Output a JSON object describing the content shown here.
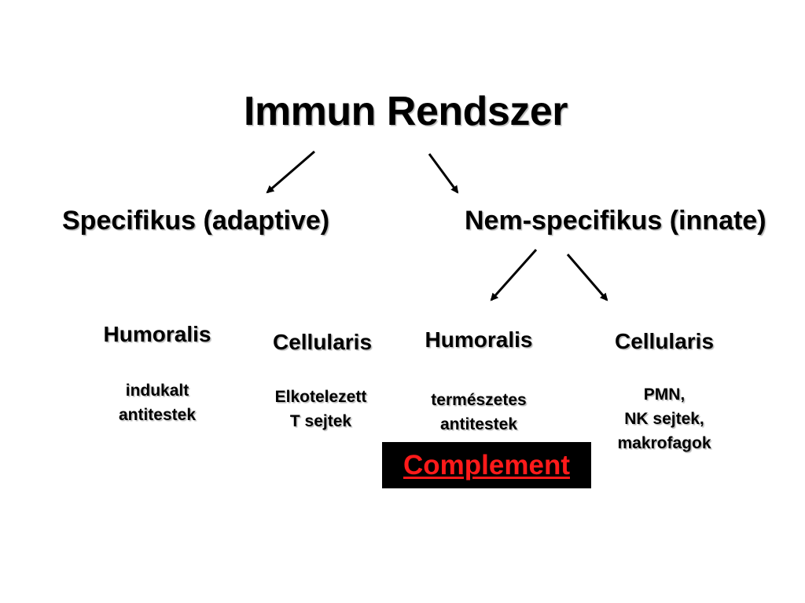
{
  "title": "Immun Rendszer",
  "branches": {
    "specific": "Specifikus (adaptive)",
    "nonspecific": "Nem-specifikus (innate)"
  },
  "specific": {
    "humoral": {
      "label": "Humoralis",
      "lines": [
        "indukalt",
        "antitestek"
      ]
    },
    "cellular": {
      "label": "Cellularis",
      "lines": [
        "Elkotelezett",
        "T sejtek"
      ]
    }
  },
  "nonspecific": {
    "humoral": {
      "label": "Humoralis",
      "lines": [
        "természetes",
        "antitestek"
      ]
    },
    "cellular": {
      "label": "Cellularis",
      "lines": [
        "PMN,",
        "NK sejtek,",
        "makrofagok"
      ]
    }
  },
  "highlight": {
    "label": "Complement",
    "text_color": "#ff1a1a",
    "box_color": "#000000"
  }
}
